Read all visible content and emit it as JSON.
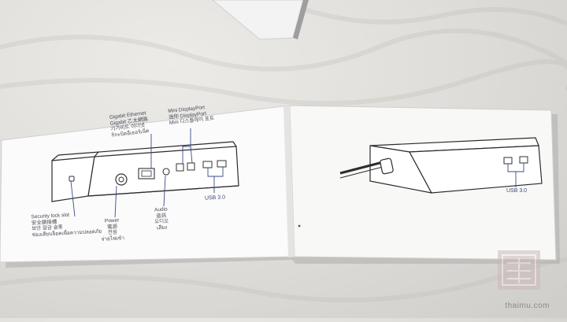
{
  "left_page": {
    "gigabit_ethernet": "Gigabit Ethernet\nGigabit 乙太網路\n기가비트 이더넷\nกิกะบิตอีเธอร์เน็ต",
    "mini_displayport": "Mini DisplayPort\n迷你 DisplayPort\nMini 디스플레이 포트",
    "security_lock_slot": "Security lock slot\n安全鎖插槽\n보안 잠금 슬롯\nช่องเสียบล็อคเพื่อความปลอดภัย",
    "power": "Power\n電源\n전원\nจ่ายไฟเข้า",
    "audio": "Audio\n音訊\n오디오\nเสียง",
    "usb": "USB 3.0"
  },
  "right_page": {
    "usb": "USB 3.0"
  },
  "watermark": "thaimu.com"
}
